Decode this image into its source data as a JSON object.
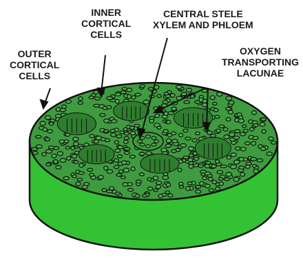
{
  "labels": {
    "inner_cortical": [
      "INNER",
      "CORTICAL",
      "CELLS"
    ],
    "central_stele": [
      "CENTRAL STELE",
      "XYLEM AND PHLOEM"
    ],
    "outer_cortical": [
      "OUTER",
      "CORTICAL",
      "CELLS"
    ],
    "oxygen_lacunae": [
      "OXYGEN",
      "TRANSPORTING",
      "LACUNAE"
    ]
  },
  "colors": {
    "cortex_top": "#3f9b3f",
    "cylinder_side": "#33c233",
    "lacuna_fill": "#2f7d2f",
    "outline": "#111111",
    "cell_fill": "#4caf4c"
  }
}
